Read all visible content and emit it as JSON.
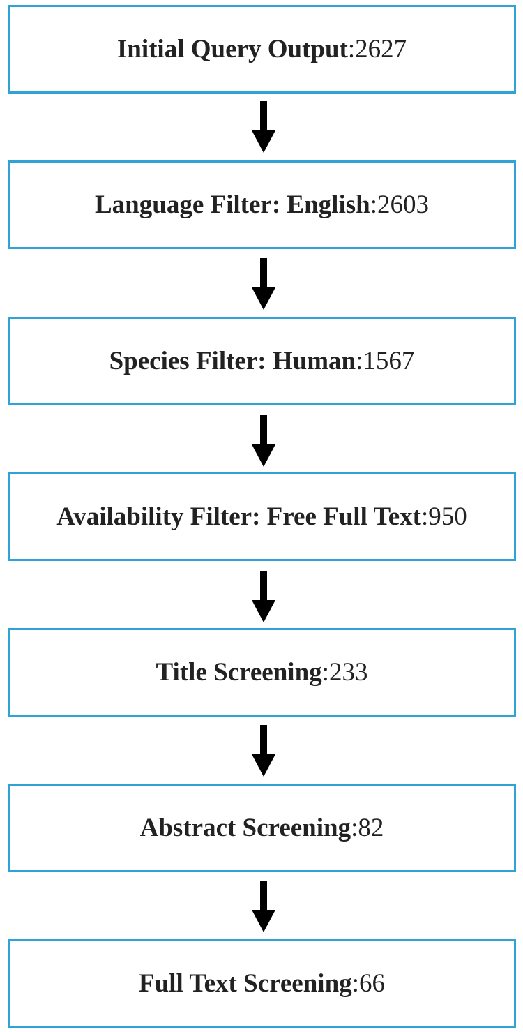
{
  "steps": [
    {
      "label": "Initial Query Output",
      "separator": ": ",
      "count": "2627"
    },
    {
      "label": "Language Filter: English",
      "separator": ": ",
      "count": "2603"
    },
    {
      "label": "Species Filter: Human",
      "separator": ": ",
      "count": "1567"
    },
    {
      "label": "Availability Filter: Free Full Text",
      "separator": ": ",
      "count": "950"
    },
    {
      "label": "Title Screening",
      "separator": ": ",
      "count": "233"
    },
    {
      "label": "Abstract Screening",
      "separator": ": ",
      "count": "82"
    },
    {
      "label": "Full Text Screening",
      "separator": ": ",
      "count": "66"
    }
  ],
  "colors": {
    "box_border": "#2fa3d6",
    "arrow": "#000000",
    "text": "#222222"
  }
}
